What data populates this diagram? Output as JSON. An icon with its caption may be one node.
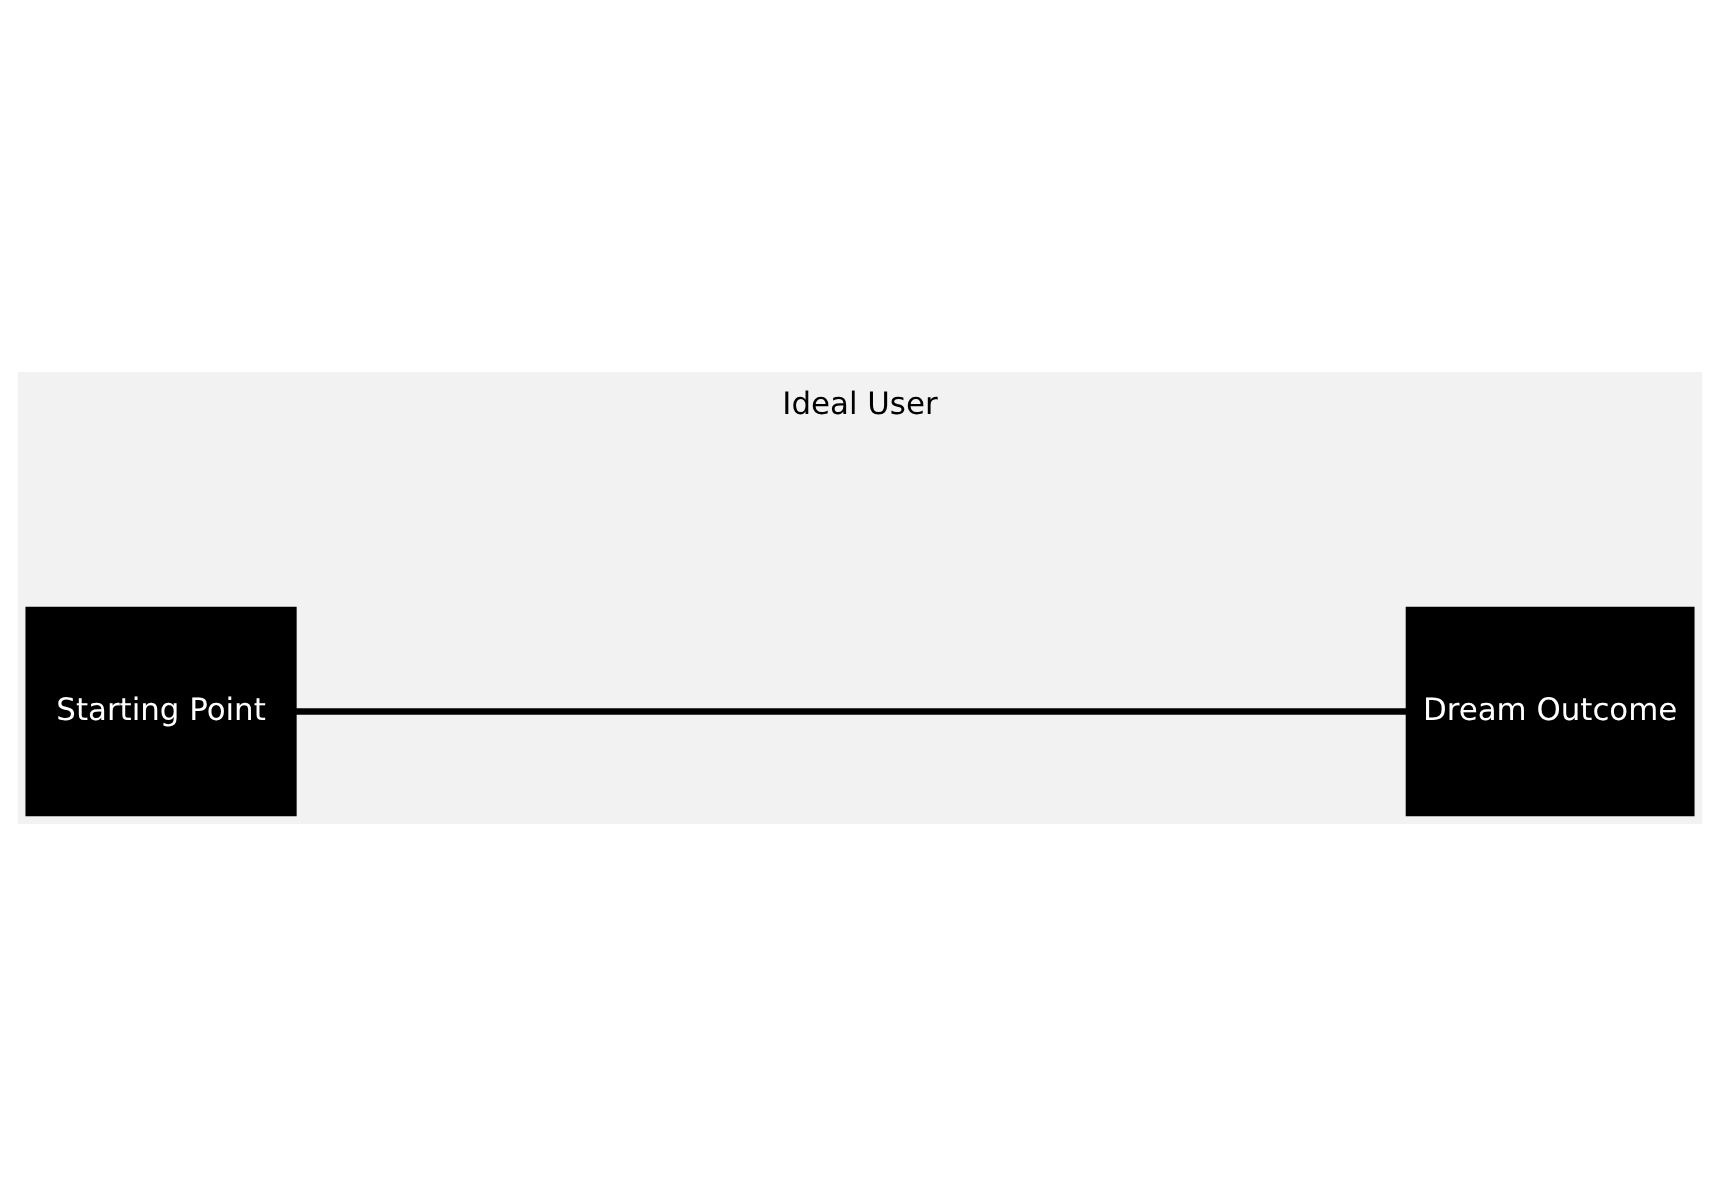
{
  "diagram": {
    "title": "Ideal User",
    "nodes": [
      {
        "text": [
          "Starting Point"
        ]
      },
      {
        "text": [
          "Dream Outcome"
        ]
      }
    ],
    "edges": [
      {
        "from": 0,
        "to": 1,
        "arrow": "none"
      }
    ]
  }
}
